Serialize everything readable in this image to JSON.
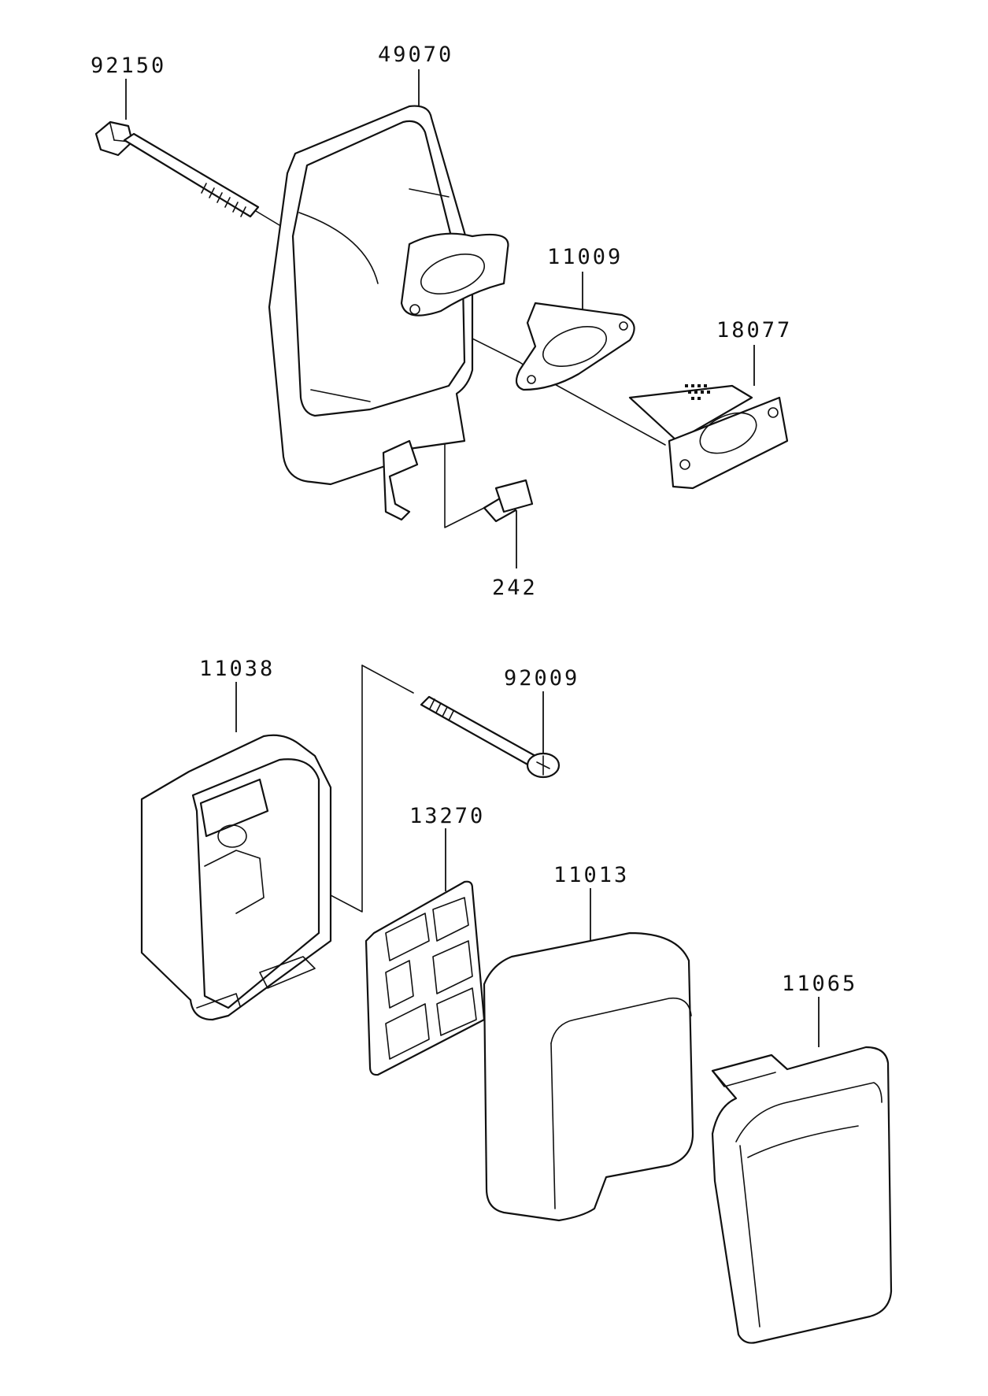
{
  "parts": [
    {
      "id": "p92150",
      "number": "92150"
    },
    {
      "id": "p49070",
      "number": "49070"
    },
    {
      "id": "p11009",
      "number": "11009"
    },
    {
      "id": "p18077",
      "number": "18077"
    },
    {
      "id": "p242",
      "number": "242"
    },
    {
      "id": "p11038",
      "number": "11038"
    },
    {
      "id": "p92009",
      "number": "92009"
    },
    {
      "id": "p13270",
      "number": "13270"
    },
    {
      "id": "p11013",
      "number": "11013"
    },
    {
      "id": "p11065",
      "number": "11065"
    }
  ]
}
